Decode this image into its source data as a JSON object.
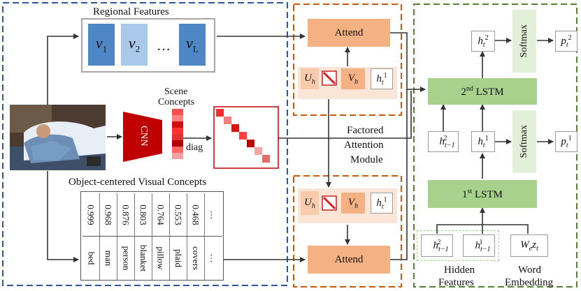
{
  "regional_features": {
    "title": "Regional Features",
    "items": [
      "v1",
      "v2",
      "…",
      "vL"
    ]
  },
  "scene": {
    "title_line1": "Scene",
    "title_line2": "Concepts",
    "cnn_label": "CNN",
    "diag_label": "diag"
  },
  "object_concepts": {
    "title": "Object-centered Visual Concepts",
    "scores": [
      "0.999",
      "0.968",
      "0.876",
      "0.803",
      "0.764",
      "0.553",
      "0.468",
      "…"
    ],
    "words": [
      "bed",
      "man",
      "person",
      "blanket",
      "pillow",
      "plaid",
      "covers",
      "…"
    ]
  },
  "attention_module": {
    "label_line1": "Factored",
    "label_line2": "Attention",
    "label_line3": "Module",
    "attend_label": "Attend",
    "u_label": "U_h",
    "v_label": "V_h",
    "h_label": "h_t^1"
  },
  "decoder": {
    "lstm2_label": "2nd LSTM",
    "lstm1_label": "1st LSTM",
    "softmax_label": "Softmax",
    "h2_label": "h_t^2",
    "h1_label": "h_t^1",
    "h2_prev_label": "h_{t-1}^2",
    "h1_prev_label": "h_{t-1}^1",
    "p2_label": "p_t^2",
    "p1_label": "p_t^1",
    "wz_label": "W_e z_t",
    "hidden_line1": "Hidden",
    "hidden_line2": "Features",
    "word_line1": "Word",
    "word_line2": "Embedding"
  },
  "colors": {
    "blue_dash": "#2f5597",
    "orange_dash": "#c55a11",
    "green_dash": "#548235",
    "attend_fill": "#f4b183",
    "lstm_fill": "#a9d18e",
    "softmax_fill": "#e2f0d9",
    "cnn_fill": "#c00000",
    "v1_fill": "#4f86c6",
    "v2_fill": "#a9c8ea",
    "vl_fill": "#4f86c6"
  }
}
